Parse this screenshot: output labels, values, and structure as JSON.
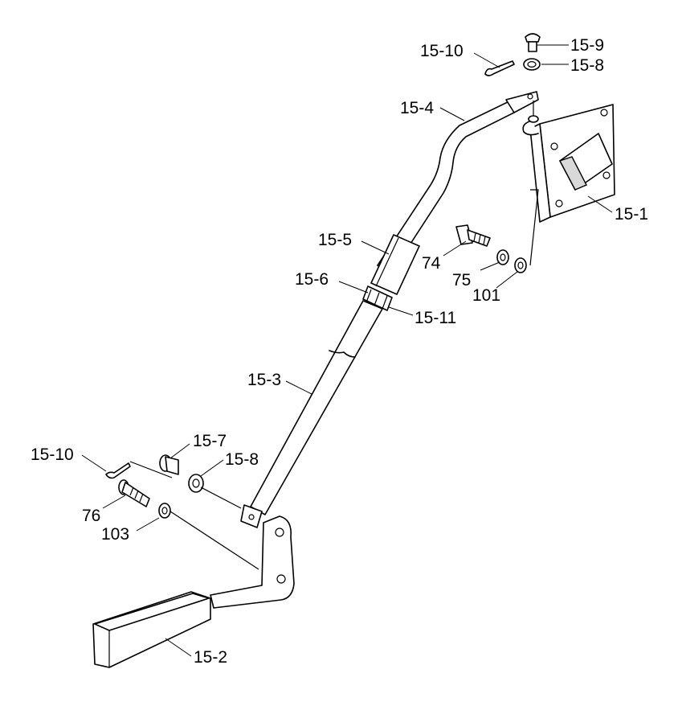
{
  "callouts": {
    "p15_10_top": "15-10",
    "p15_9": "15-9",
    "p15_8_top": "15-8",
    "p15_4": "15-4",
    "p15_1": "15-1",
    "p15_5": "15-5",
    "p74": "74",
    "p75": "75",
    "p15_6": "15-6",
    "p101": "101",
    "p15_11": "15-11",
    "p15_3": "15-3",
    "p15_7": "15-7",
    "p15_10_bottom": "15-10",
    "p15_8_bottom": "15-8",
    "p76": "76",
    "p103": "103",
    "p15_2": "15-2"
  }
}
